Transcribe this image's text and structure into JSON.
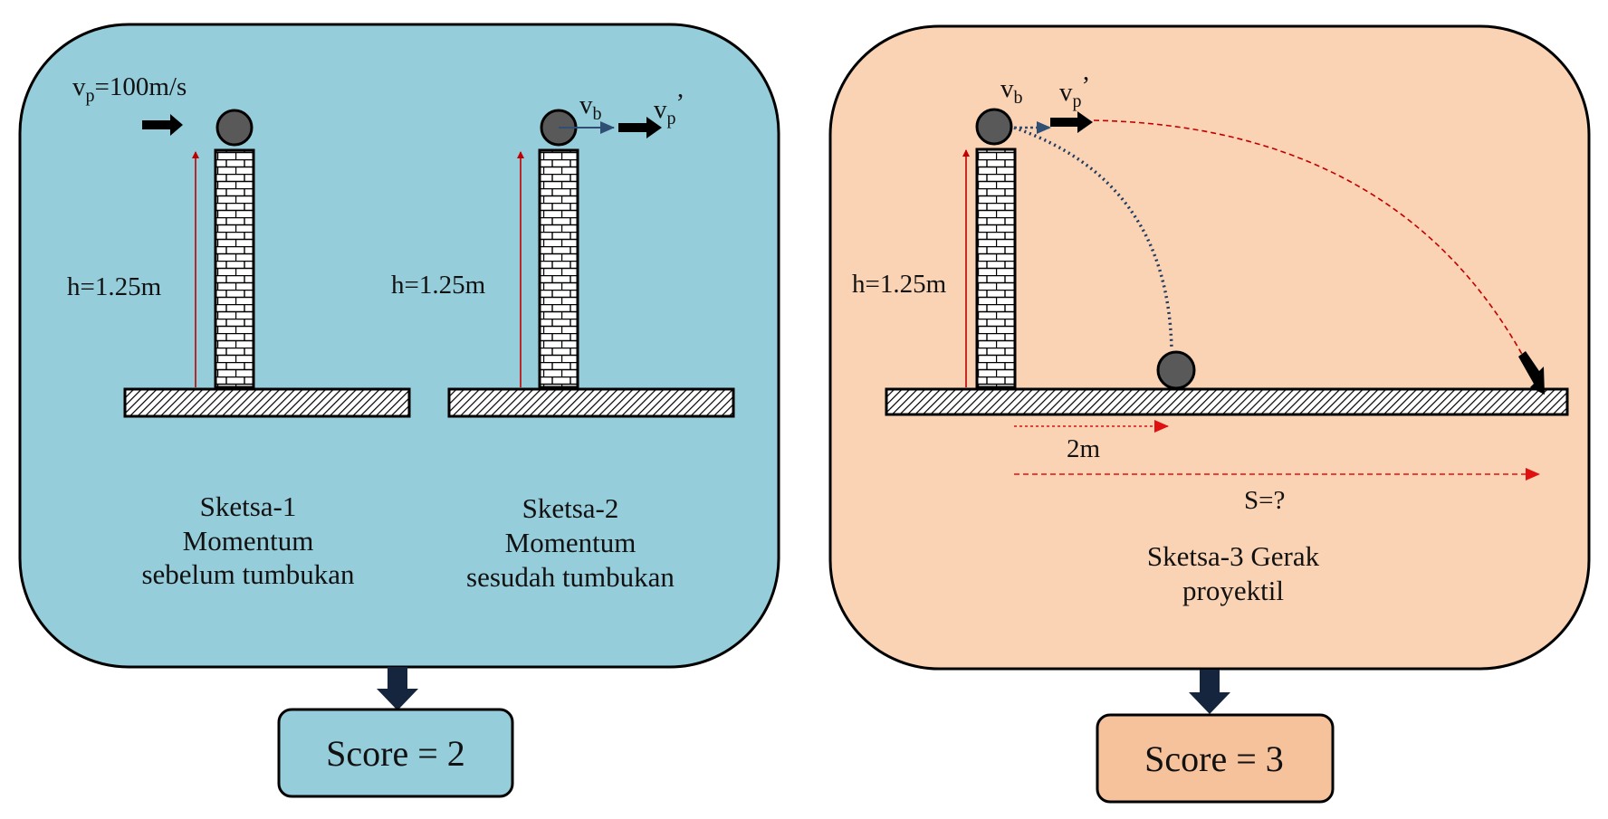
{
  "colors": {
    "panel_left": "#96cddb",
    "panel_right": "#fad3b4",
    "score_left": "#96cddb",
    "score_right": "#f6c29b",
    "connector_arrow": "#14253d",
    "height_arrow": "#c00000",
    "distance_arrow": "#e01010",
    "ball": "#595959",
    "bullet_arrow": "#000000",
    "vb_arrow": "#2f4f75"
  },
  "left_panel": {
    "sketch1": {
      "velocity_label": {
        "base": "v",
        "sub": "p",
        "rest": "=100m/s"
      },
      "height_label": "h=1.25m",
      "caption": [
        "Sketsa-1",
        "Momentum",
        "sebelum tumbukan"
      ]
    },
    "sketch2": {
      "vb_label": {
        "base": "v",
        "sub": "b"
      },
      "vp_label": {
        "base": "v",
        "sub": "p",
        "rest": "’"
      },
      "height_label": "h=1.25m",
      "caption": [
        "Sketsa-2",
        "Momentum",
        "sesudah tumbukan"
      ]
    },
    "score": "Score = 2"
  },
  "right_panel": {
    "sketch3": {
      "vb_label": {
        "base": "v",
        "sub": "b"
      },
      "vp_label": {
        "base": "v",
        "sub": "p",
        "rest": "’"
      },
      "height_label": "h=1.25m",
      "ball_distance_label": "2m",
      "bullet_distance_label": "S=?",
      "caption": [
        "Sketsa-3 Gerak",
        "proyektil"
      ]
    },
    "score": "Score = 3"
  }
}
